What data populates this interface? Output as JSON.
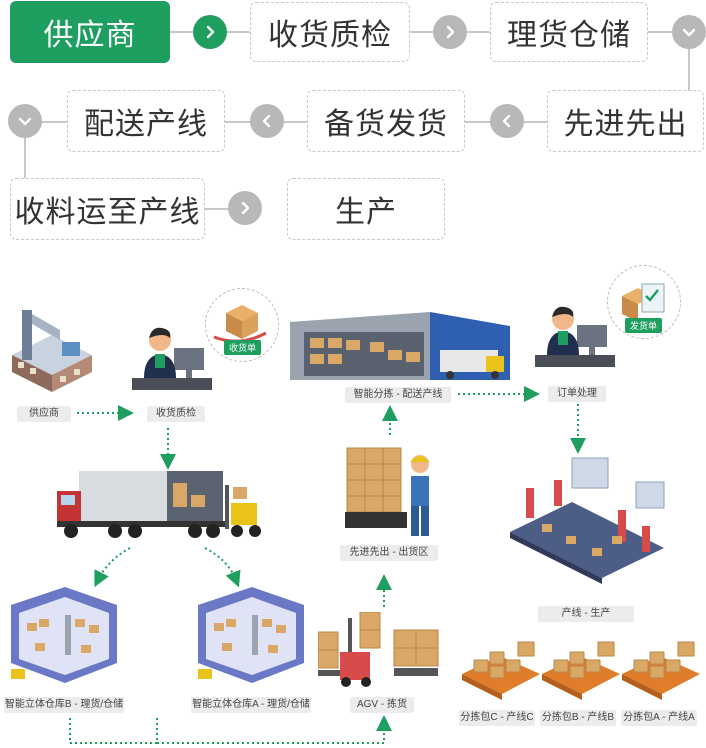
{
  "steps": {
    "s1": "供应商",
    "s2": "收货质检",
    "s3": "理货仓储",
    "s4": "先进先出",
    "s5": "备货发货",
    "s6": "配送产线",
    "s7": "收料运至产线",
    "s8": "生产"
  },
  "labels": {
    "supplier": "供应商",
    "receiving": "收货质检",
    "sorting": "智能分拣 - 配送产线",
    "order": "订单处理",
    "fifo": "先进先出 - 出货区",
    "warehouse_b": "智能立体仓库B - 理货/仓储",
    "warehouse_a": "智能立体仓库A - 理货/仓储",
    "agv": "AGV - 拣货",
    "production": "产线 - 生产",
    "pack_c": "分拣包C - 产线C",
    "pack_b": "分拣包B - 产线B",
    "pack_a": "分拣包A - 产线A"
  },
  "badges": {
    "receipt": "收货单",
    "delivery": "发货单"
  },
  "colors": {
    "accent": "#1e9e5f",
    "box_border": "#c8c8c8",
    "circle_gray": "#b8b8b8"
  }
}
